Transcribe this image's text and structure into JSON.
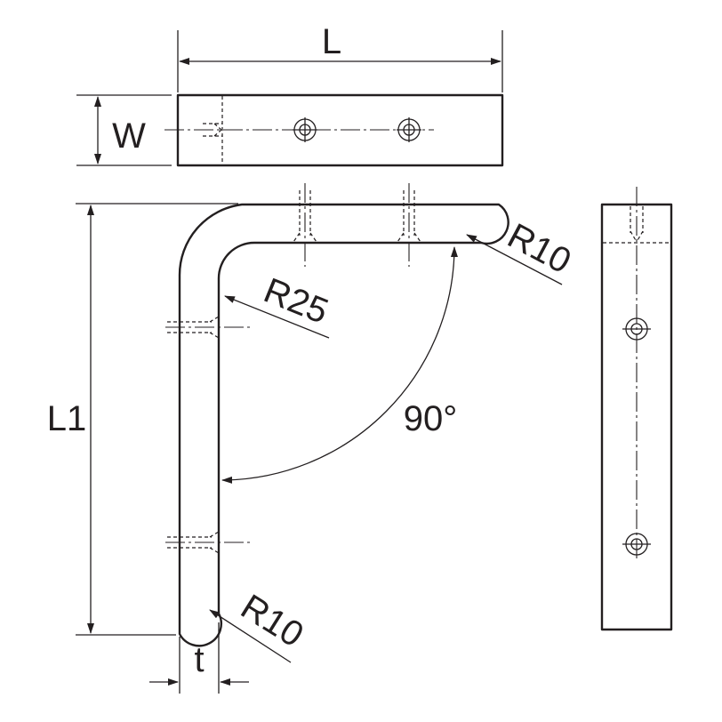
{
  "drawing": {
    "labels": {
      "length": "L",
      "width": "W",
      "leg_length": "L1",
      "thickness": "t",
      "outer_radius": "R25",
      "end_radius_top": "R10",
      "end_radius_bottom": "R10",
      "angle": "90°"
    },
    "colors": {
      "line": "#231f20",
      "background": "#ffffff"
    }
  }
}
